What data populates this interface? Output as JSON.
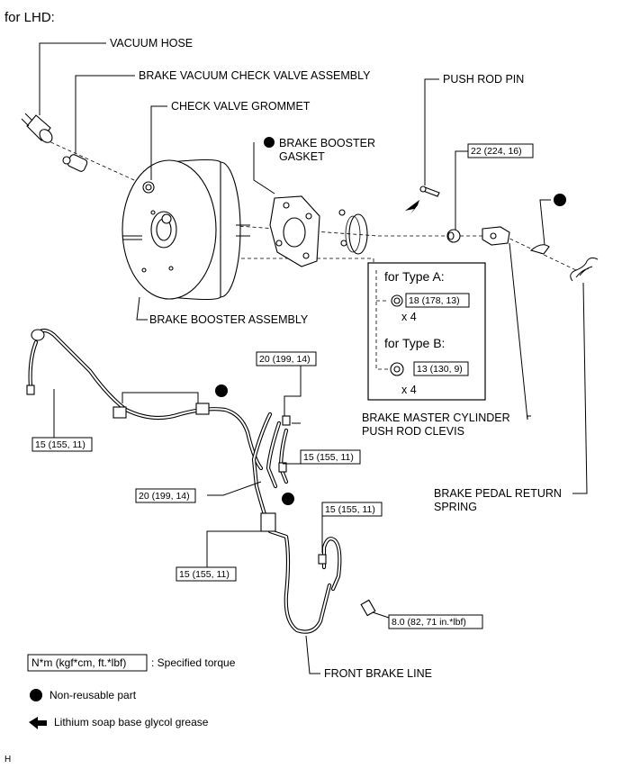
{
  "header": "for LHD:",
  "labels": {
    "vacuum_hose": "VACUUM HOSE",
    "check_valve_assembly": "BRAKE VACUUM CHECK VALVE ASSEMBLY",
    "check_valve_grommet": "CHECK VALVE GROMMET",
    "booster_gasket_line1": "BRAKE BOOSTER",
    "booster_gasket_line2": "GASKET",
    "push_rod_pin": "PUSH ROD PIN",
    "booster_assembly": "BRAKE BOOSTER ASSEMBLY",
    "clevis_line1": "BRAKE MASTER CYLINDER",
    "clevis_line2": "PUSH ROD CLEVIS",
    "spring_line1": "BRAKE PEDAL RETURN",
    "spring_line2": "SPRING",
    "front_brake_line": "FRONT BRAKE LINE"
  },
  "torques": {
    "clevis": "22 (224, 16)",
    "brake_line_upper": "20 (199, 14)",
    "brake_line_mid": "20 (199, 14)",
    "brake_line_left": "15 (155, 11)",
    "brake_line_right": "15 (155, 11)",
    "brake_line_front": "15 (155, 11)",
    "brake_line_lower": "15 (155, 11)",
    "bracket_bolt": "8.0 (82, 71 in.*lbf)"
  },
  "type_box": {
    "type_a_title": "for Type A:",
    "type_a_torque": "18 (178, 13)",
    "type_a_qty": "x 4",
    "type_b_title": "for Type B:",
    "type_b_torque": "13 (130, 9)",
    "type_b_qty": "x 4"
  },
  "legend": {
    "torque_unit": "N*m (kgf*cm, ft.*lbf)",
    "torque_desc": ": Specified torque",
    "non_reusable": "Non-reusable part",
    "grease": "Lithium soap base glycol grease"
  },
  "figure_code": "H"
}
